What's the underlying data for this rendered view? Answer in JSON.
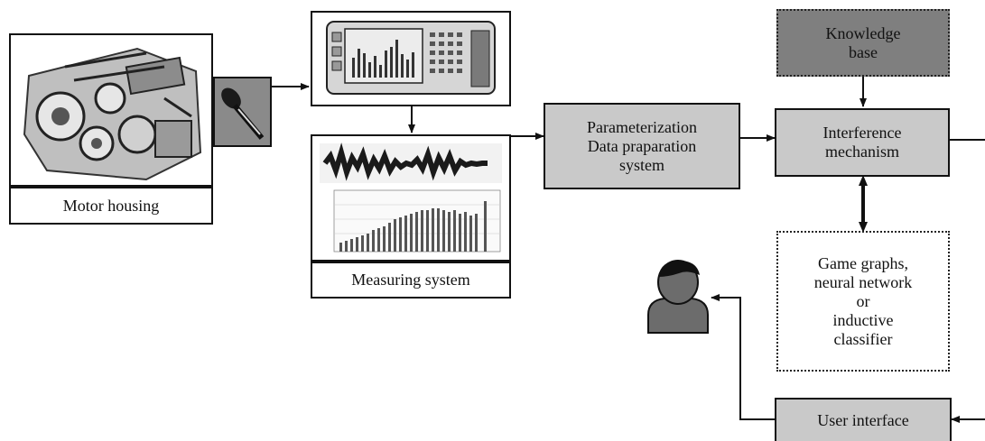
{
  "motor": {
    "label": "Motor housing",
    "image": "engine-illustration",
    "sensor_icon": "microphone-icon"
  },
  "measuring": {
    "label": "Measuring system",
    "device_icon": "oscilloscope-device-icon",
    "chart_icon": "waveform-and-spectrum-chart-icon"
  },
  "param": {
    "label": "Parameterization\nData praparation\nsystem"
  },
  "knowledge": {
    "label": "Knowledge\nbase"
  },
  "inference": {
    "label": "Interference\nmechanism"
  },
  "classifier": {
    "label": "Game graphs,\nneural network\nor\ninductive\nclassifier"
  },
  "ui": {
    "label": "User interface"
  },
  "user": {
    "icon": "user-icon"
  }
}
